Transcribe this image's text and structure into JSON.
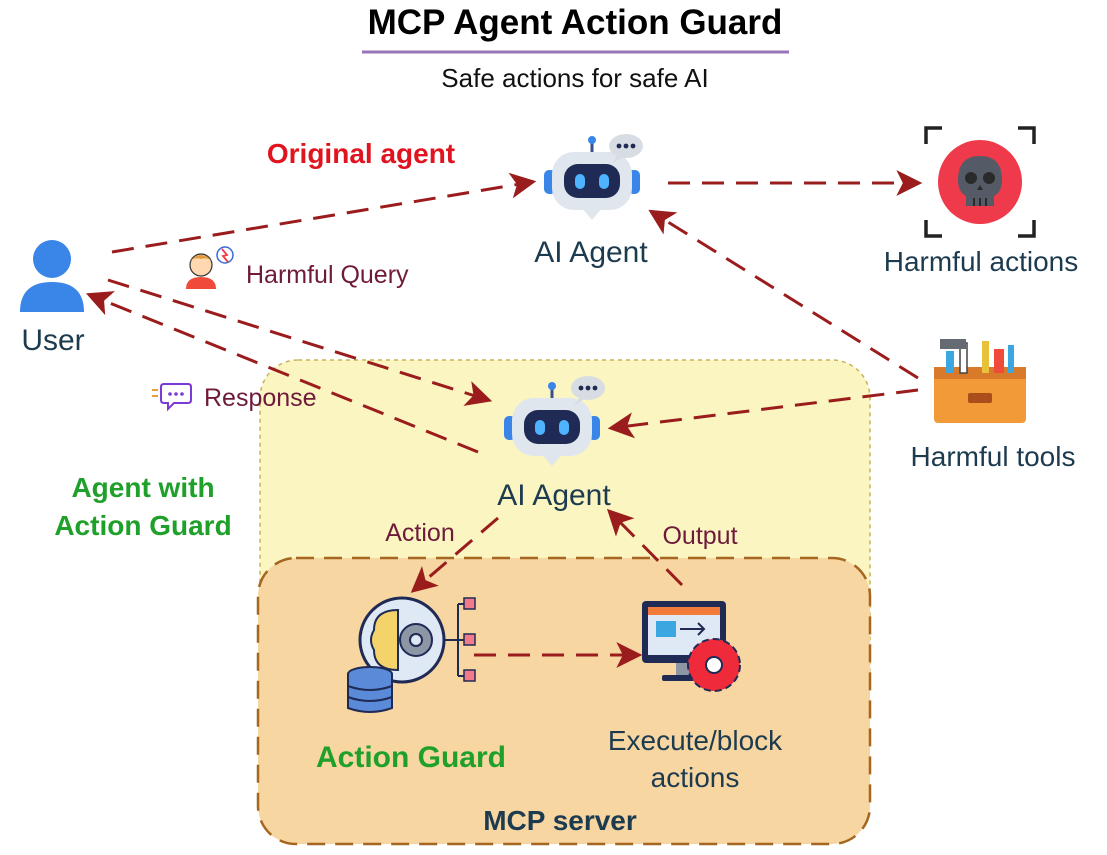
{
  "header": {
    "title": "MCP Agent Action Guard",
    "subtitle": "Safe actions for safe AI"
  },
  "nodes": {
    "user": "User",
    "agent_top": "AI Agent",
    "agent_mid": "AI Agent",
    "harmful_actions": "Harmful actions",
    "harmful_tools": "Harmful tools",
    "action_guard": "Action Guard",
    "execute_line1": "Execute/block",
    "execute_line2": "actions",
    "mcp_server": "MCP server"
  },
  "labels": {
    "original_agent": "Original agent",
    "agent_with_line1": "Agent with",
    "agent_with_line2": "Action Guard",
    "harmful_query": "Harmful Query",
    "response": "Response",
    "action": "Action",
    "output": "Output"
  },
  "icons": {
    "user": "user-icon",
    "robot": "robot-icon",
    "skull": "skull-icon",
    "toolbox": "toolbox-icon",
    "guard": "brain-gear-database-icon",
    "monitor": "monitor-gear-icon",
    "speech": "speech-bubble-icon",
    "person": "frustrated-person-icon",
    "chat": "chat-icon"
  },
  "colors": {
    "arrow": "#9b1c1c",
    "red_label": "#e0141e",
    "green_label": "#1fa02a",
    "maroon_text": "#6e1a3a",
    "node_text": "#1d3b4f",
    "agent_zone": "#fbf5c2",
    "mcp_zone": "#f7d6a2",
    "mcp_border": "#a5661f",
    "title_underline": "#9a74b8"
  }
}
